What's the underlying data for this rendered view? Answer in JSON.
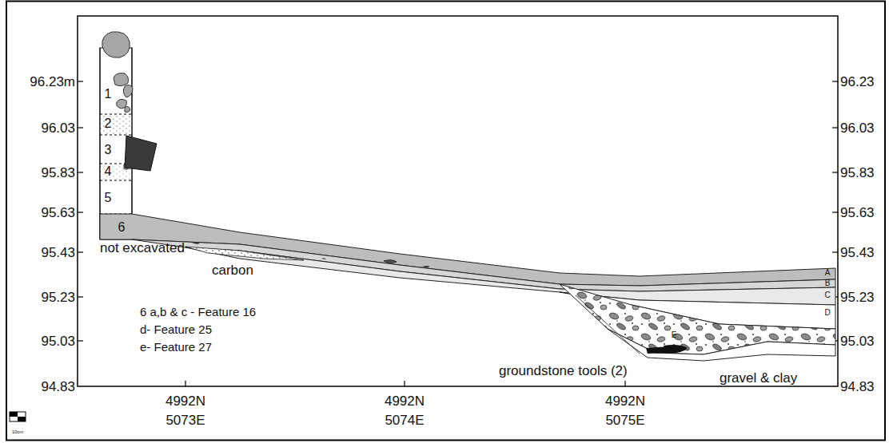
{
  "diagram": {
    "labels": [
      "96.23m",
      "96.03",
      "95.83",
      "95.63",
      "95.43",
      "95.23",
      "95.03",
      "94.83",
      "96.23",
      "96.03",
      "95.83",
      "95.63",
      "95.43",
      "95.23",
      "95.03",
      "94.83",
      "1",
      "2",
      "3",
      "4",
      "5",
      "6",
      "not excavated",
      "carbon",
      "6 a,b & c - Feature 16",
      "d- Feature 25",
      "e- Feature 27",
      "groundstone tools (2)",
      "gravel & clay",
      "4992N",
      "5073E",
      "4992N",
      "5074E",
      "4992N",
      "5075E",
      "A",
      "B",
      "C",
      "D",
      "E",
      "10cm"
    ]
  }
}
